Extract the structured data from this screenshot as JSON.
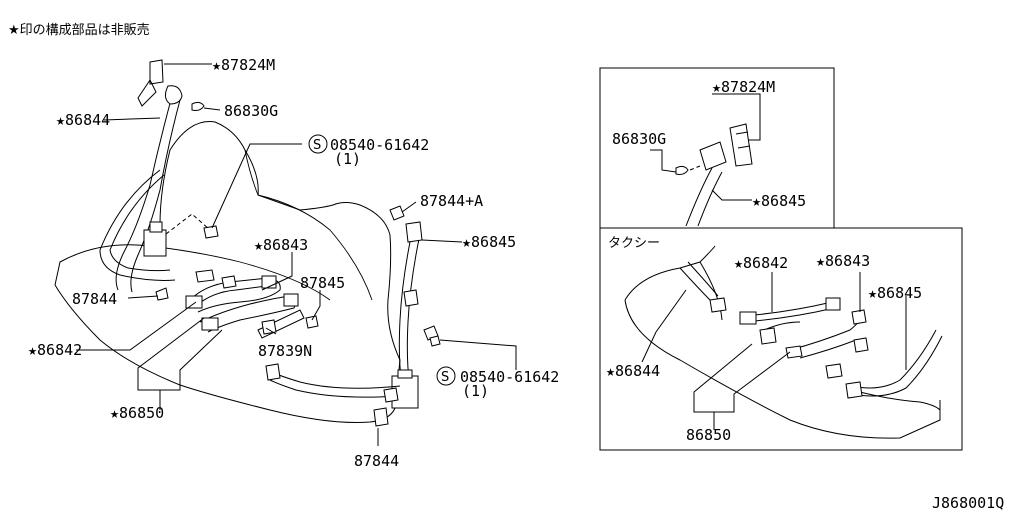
{
  "note": "★印の構成部品は非販売",
  "figure_code": "J868001Q",
  "taxi_label": "タクシー",
  "circle_s": "S",
  "labels": {
    "p87824m": "★87824M",
    "p86830g": "86830G",
    "p86844": "★86844",
    "p08540_top": "08540-61642",
    "p08540_top_qty": "(1)",
    "p87844a": "87844+A",
    "p86843": "★86843",
    "p86845": "★86845",
    "p87845": "87845",
    "p87844_left": "87844",
    "p86842": "★86842",
    "p87839n": "87839N",
    "p08540_bottom": "08540-61642",
    "p08540_bottom_qty": "(1)",
    "p86850": "★86850",
    "p87844_bottom": "87844"
  },
  "inset_top": {
    "p87824m": "★87824M",
    "p86830g": "86830G",
    "p86845": "★86845"
  },
  "inset_taxi": {
    "p86842": "★86842",
    "p86843": "★86843",
    "p86845": "★86845",
    "p86844": "★86844",
    "p86850": "86850"
  }
}
